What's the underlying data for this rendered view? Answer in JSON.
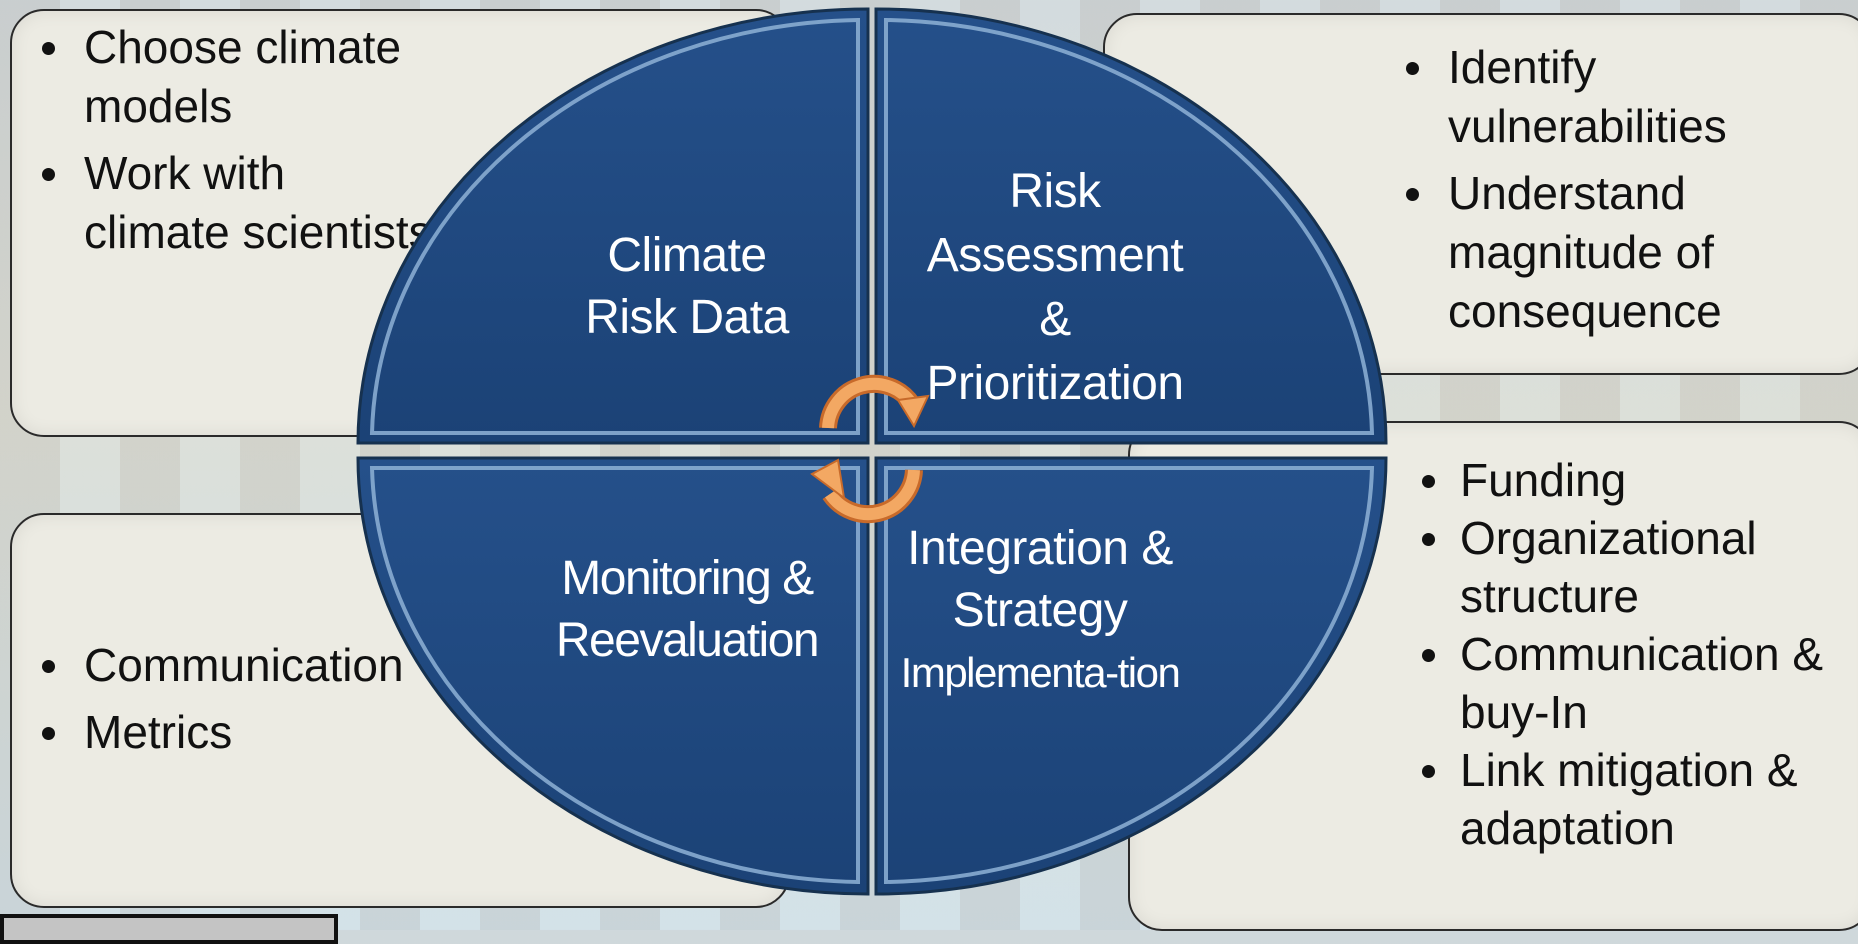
{
  "cycle": {
    "quadrants": [
      {
        "id": "tl",
        "title": "Climate Risk Data"
      },
      {
        "id": "tr",
        "title_lines": [
          "Risk",
          "Assessment",
          "&",
          "Prioritization"
        ]
      },
      {
        "id": "bl",
        "title_lines": [
          "Monitoring &",
          "Reevaluation"
        ]
      },
      {
        "id": "br",
        "title_lines": [
          "Integration &",
          "Strategy",
          "Implementa-tion"
        ]
      }
    ],
    "colors": {
      "quadrant_fill": "#1f4a7e",
      "quadrant_rim": "#8eb1d6",
      "arrow": "#f0a05a"
    }
  },
  "callouts": {
    "top_left": [
      "Choose climate models",
      "Work with climate scientists"
    ],
    "top_right": [
      "Identify vulnerabilities",
      "Understand magnitude of consequence"
    ],
    "bottom_left": [
      "Communication",
      "Metrics"
    ],
    "bottom_right": [
      "Funding",
      "Organizational structure",
      "Communication & buy-In",
      "Link mitigation & adaptation"
    ]
  }
}
